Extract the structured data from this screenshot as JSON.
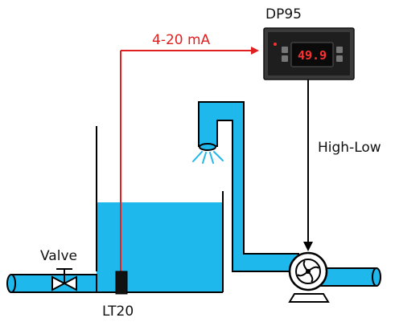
{
  "labels": {
    "display_name": "DP95",
    "signal": "4-20 mA",
    "pump_control": "High-Low",
    "valve": "Valve",
    "sensor": "LT20"
  },
  "display": {
    "reading": "49.9"
  },
  "colors": {
    "liquid": "#1fb8ec",
    "pipe": "#1fb8ec",
    "signal_line": "#e02020",
    "outline": "#000000",
    "display_digits": "#ff3030",
    "panel": "#2a2a2a"
  }
}
